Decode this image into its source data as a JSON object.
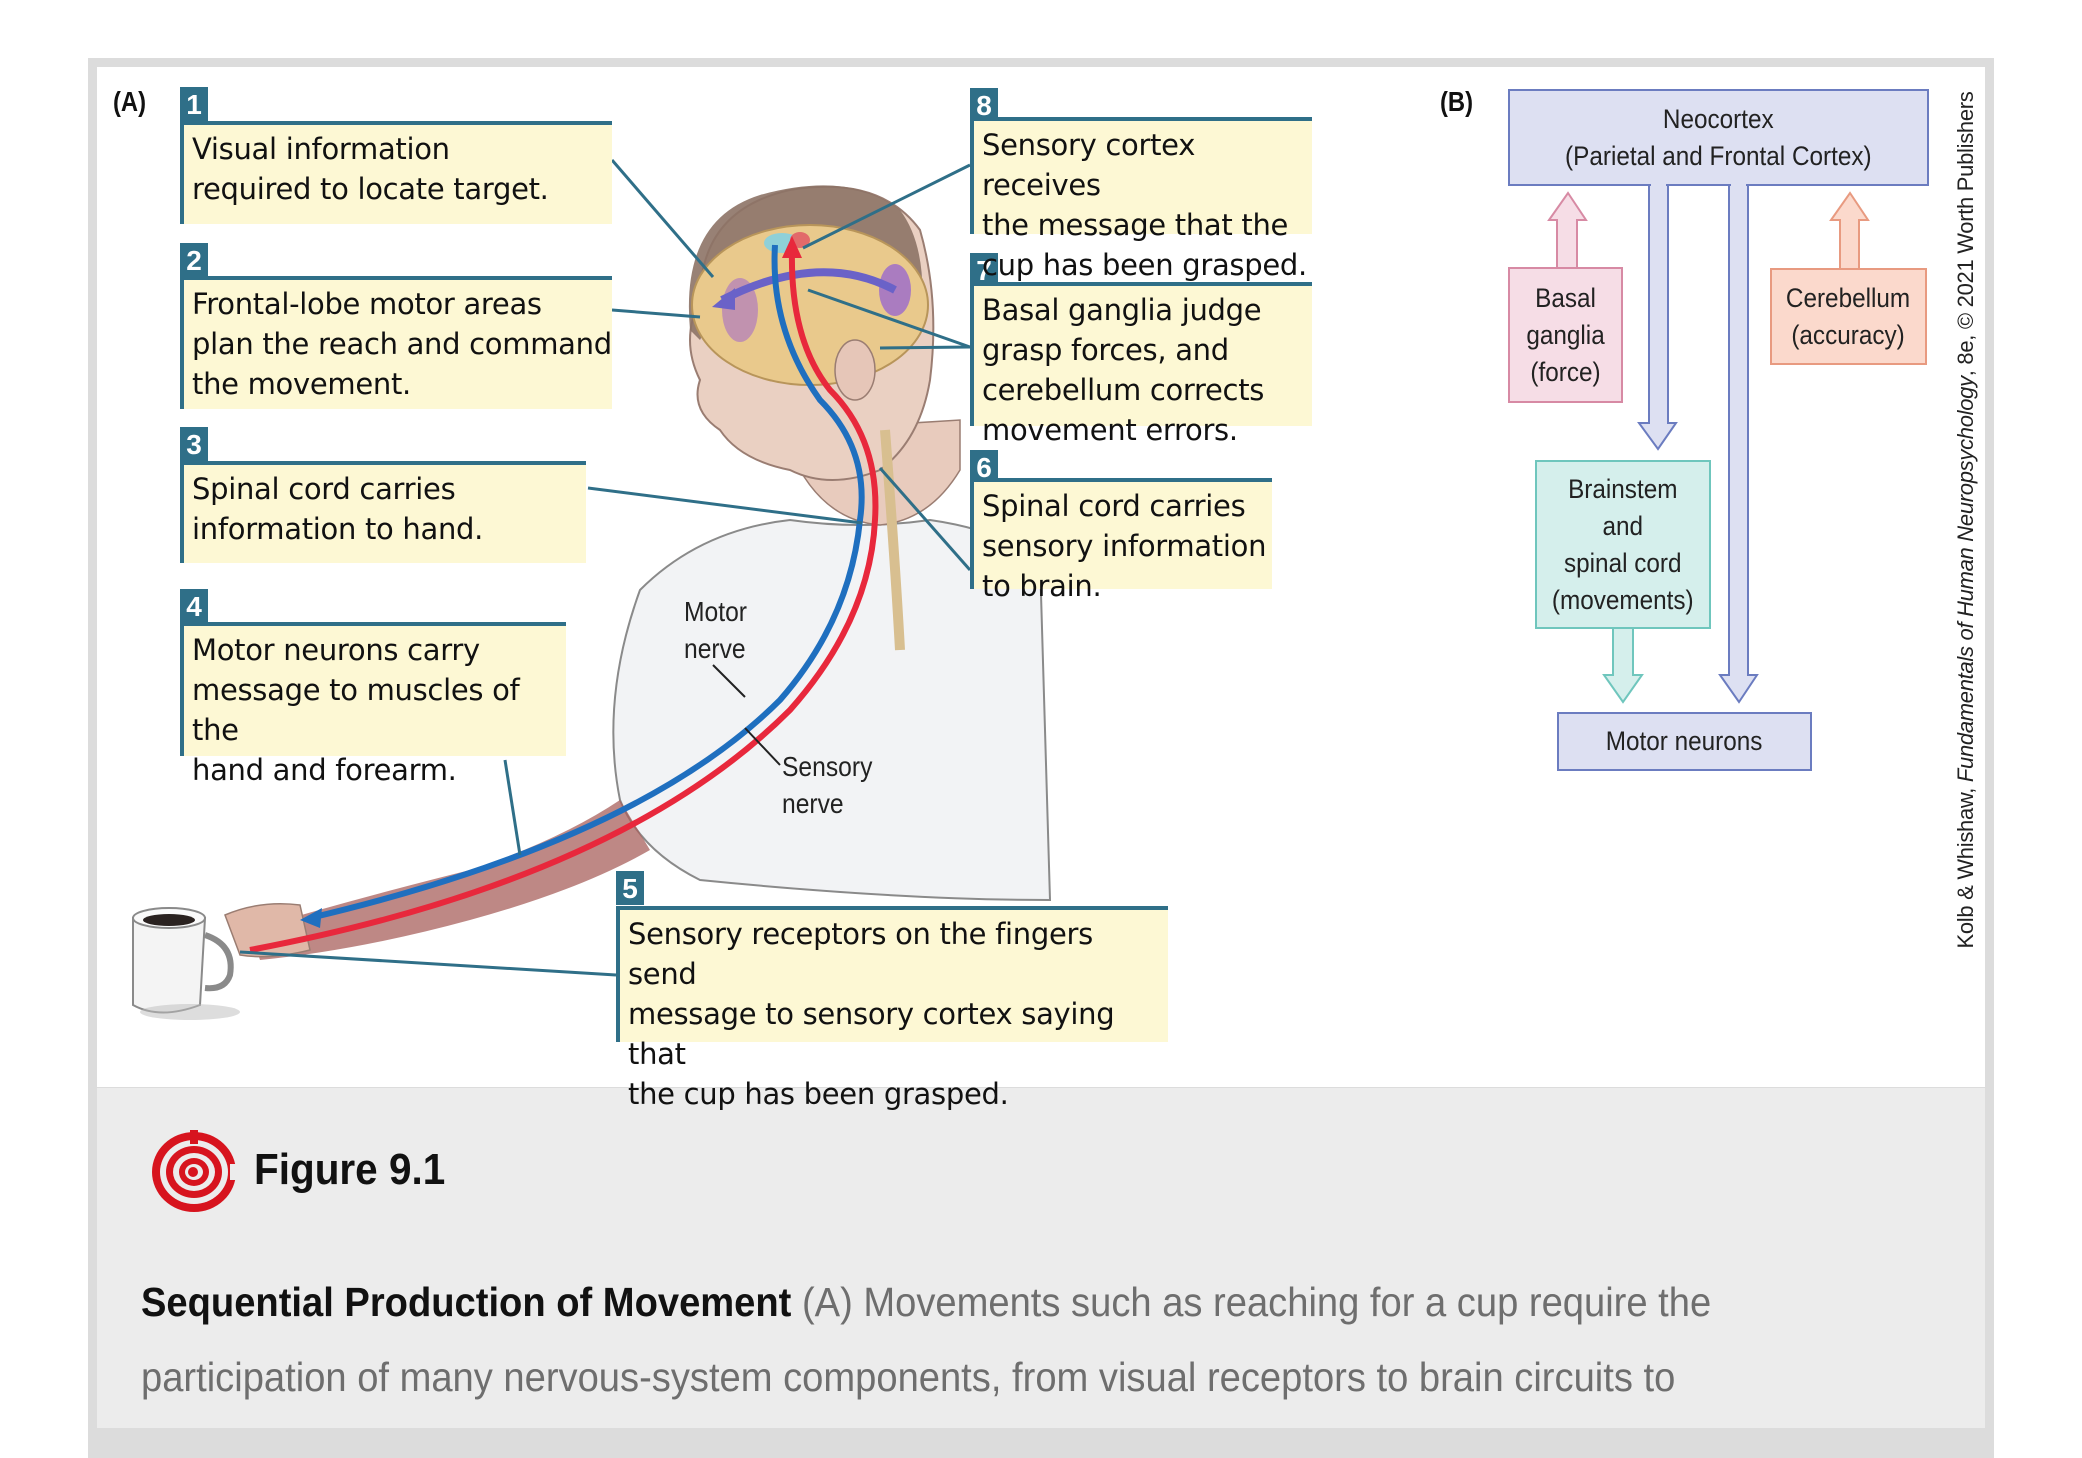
{
  "panel_a": {
    "label": "(A)",
    "callouts": [
      {
        "number": "1",
        "text": "Visual information\nrequired to locate target."
      },
      {
        "number": "2",
        "text": "Frontal-lobe motor areas\nplan the reach and command\nthe movement."
      },
      {
        "number": "3",
        "text": "Spinal cord carries\ninformation to hand."
      },
      {
        "number": "4",
        "text": "Motor neurons carry\nmessage to muscles of the\nhand and forearm."
      },
      {
        "number": "5",
        "text": "Sensory receptors on the fingers send\nmessage to sensory cortex saying that\nthe cup has been grasped."
      },
      {
        "number": "6",
        "text": "Spinal cord carries\nsensory information\nto brain."
      },
      {
        "number": "7",
        "text": "Basal ganglia judge\ngrasp forces, and\ncerebellum corrects\nmovement errors."
      },
      {
        "number": "8",
        "text": "Sensory cortex receives\nthe message that the\ncup has been grasped."
      }
    ],
    "motor_nerve_label": "Motor\nnerve",
    "sensory_nerve_label": "Sensory\nnerve"
  },
  "panel_b": {
    "label": "(B)",
    "neocortex": "Neocortex\n(Parietal and Frontal Cortex)",
    "basal_ganglia": "Basal\nganglia\n(force)",
    "cerebellum": "Cerebellum\n(accuracy)",
    "brainstem": "Brainstem\nand\nspinal cord\n(movements)",
    "motor_neurons": "Motor neurons"
  },
  "credit": {
    "authors": "Kolb & Whishaw, ",
    "book": "Fundamentals of Human Neuropsychology",
    "rest": ", 8e, © 2021 Worth Publishers"
  },
  "caption": {
    "figure_icon": "figure-target-icon",
    "figure_title": "Figure 9.1",
    "bold_title": "Sequential Production of Movement",
    "text": " (A) Movements such as reaching for a cup require the participation of many nervous-system components, from visual receptors to brain circuits to"
  },
  "colors": {
    "callout_accent": "#2f6f88",
    "callout_fill": "#fdf8d4",
    "motor_nerve": "#1f6fbf",
    "sensory_nerve": "#e8283c",
    "icon_red": "#d7141e"
  }
}
